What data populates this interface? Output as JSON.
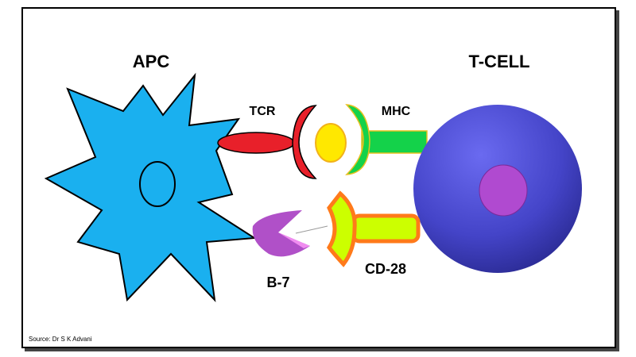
{
  "labels": {
    "apc": "APC",
    "tcell": "T-CELL",
    "tcr": "TCR",
    "mhc": "MHC",
    "b7": "B-7",
    "cd28": "CD-28"
  },
  "source": "Source: Dr S K Advani",
  "colors": {
    "apc": "#1ab0ef",
    "tcr": "#e8202a",
    "antigen": "#ffe800",
    "mhc": "#14d24a",
    "tcell": "#4a4ad0",
    "tcell_nucleus": "#b04ad0",
    "b7": "#b050c8",
    "cd28_fill": "#ccff00",
    "cd28_outline": "#ff7a1a"
  }
}
